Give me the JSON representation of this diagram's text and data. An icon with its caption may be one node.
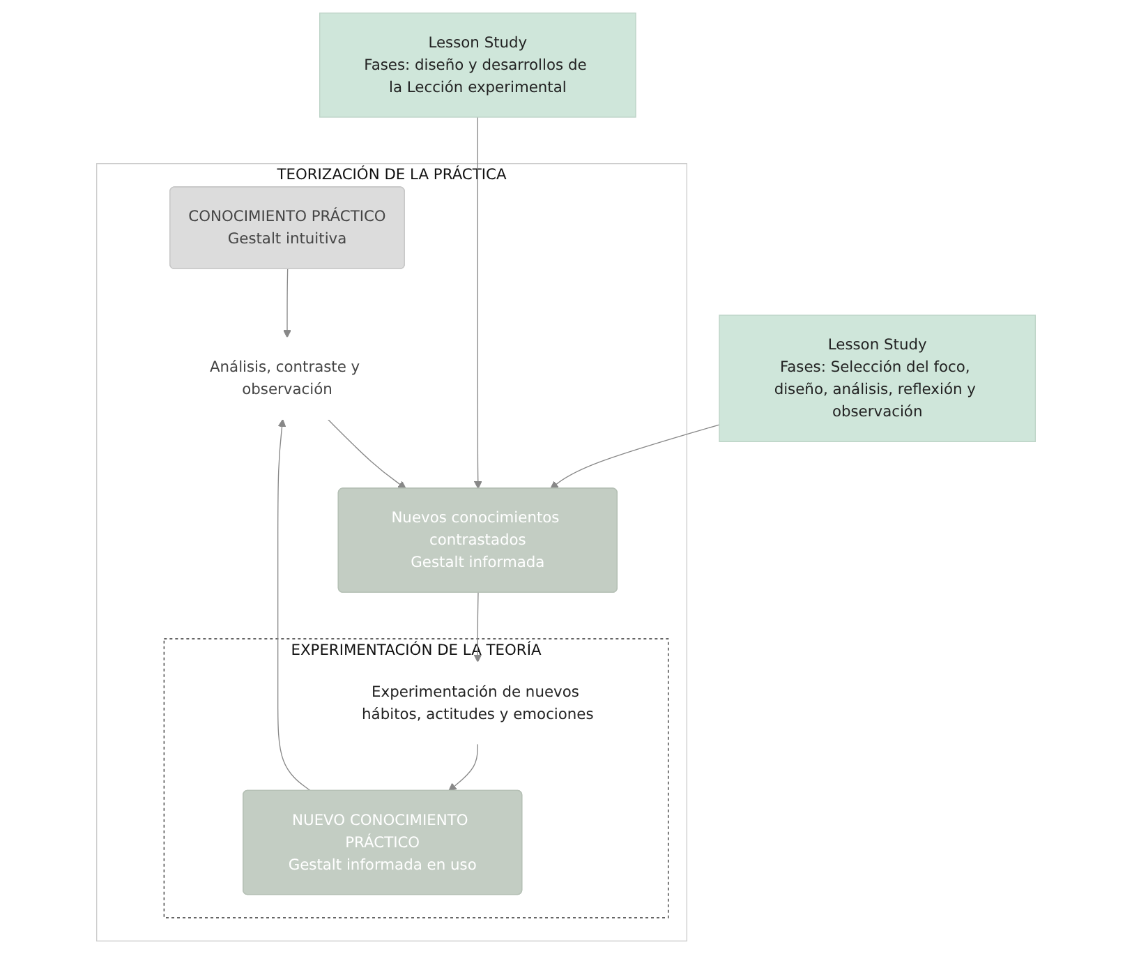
{
  "diagram": {
    "nodes": [
      {
        "text": [
          "TEORIZACIÓN DE LA PRÁCTICA"
        ]
      },
      {
        "text": [
          "CONOCIMIENTO PRÁCTICO",
          "Gestalt intuitiva"
        ],
        "in": 0
      },
      {
        "text": [
          "EXPERIMENTACIÓN DE LA TEORÍA"
        ],
        "in": 0
      },
      {
        "text": [
          "NUEVO CONOCIMIENTO PRÁCTICO",
          "Gestalt informada en uso"
        ],
        "in": 2
      },
      {
        "text": [
          "Análisis, contraste y observación"
        ],
        "in": 0
      },
      {
        "text": [
          "Experimentación de nuevos hábitos, actitudes y emociones"
        ],
        "in": 2
      },
      {
        "text": [
          "Nuevos conocimientos contrastados",
          "Gestalt informada"
        ],
        "in": 0
      },
      {
        "text": [
          "Lesson Study",
          "Fases: Selección del foco, diseño, análisis, reflexión y observación"
        ]
      },
      {
        "text": [
          "Lesson Study",
          "Fases: diseño y desarrollos de la Lección experimental"
        ]
      }
    ],
    "edges": [
      {
        "from": 1,
        "to": 4,
        "arrow": "to"
      },
      {
        "from": 3,
        "to": 4,
        "arrow": "to"
      },
      {
        "from": 4,
        "to": 6,
        "arrow": "to"
      },
      {
        "from": 6,
        "to": 5,
        "arrow": "to"
      },
      {
        "from": 5,
        "to": 3,
        "arrow": "to"
      },
      {
        "from": 7,
        "to": 6,
        "arrow": "to"
      },
      {
        "from": 8,
        "to": 6,
        "arrow": "to"
      }
    ]
  }
}
